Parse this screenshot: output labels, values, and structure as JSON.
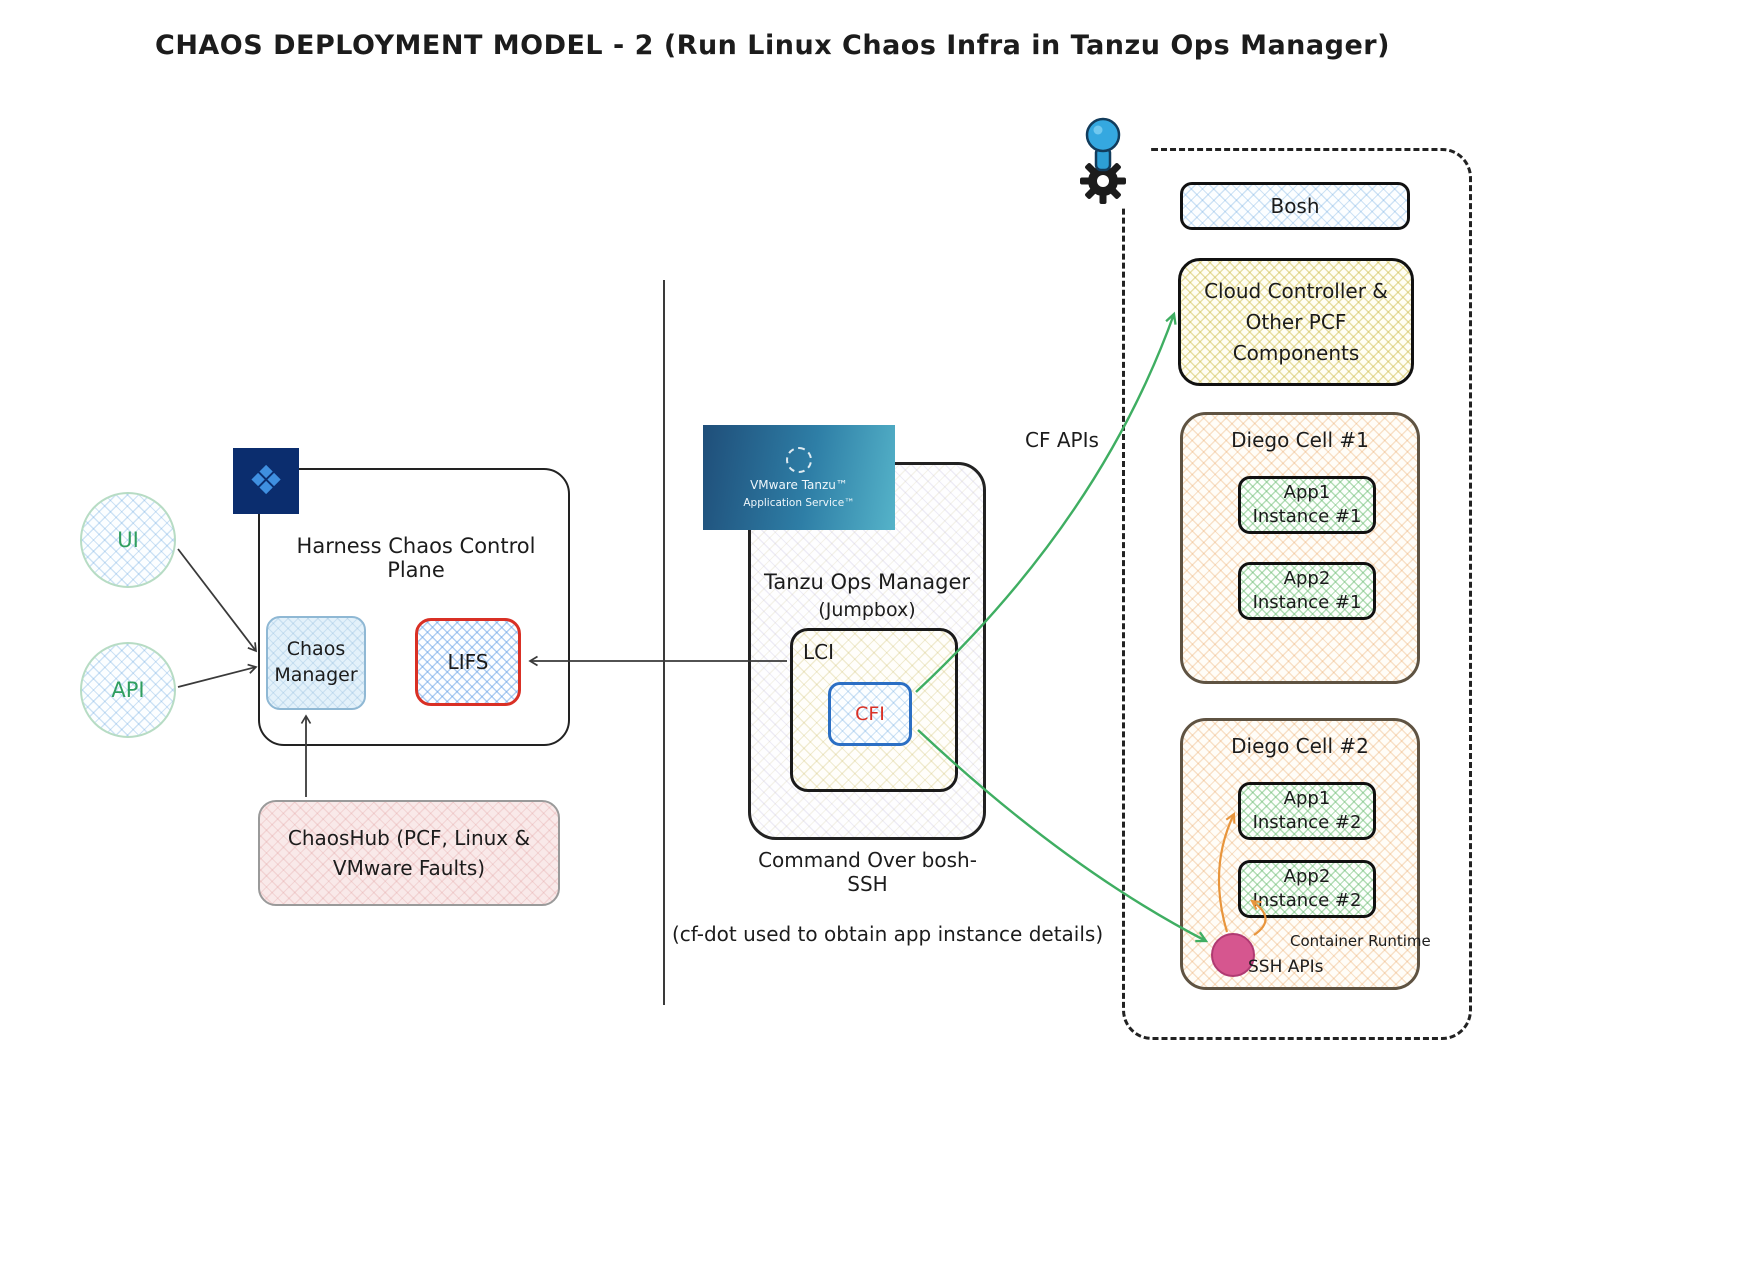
{
  "title": "CHAOS DEPLOYMENT MODEL - 2 (Run Linux Chaos Infra in Tanzu Ops Manager)",
  "control_plane": {
    "ui": "UI",
    "api": "API",
    "title": "Harness Chaos Control Plane",
    "chaos_manager": "Chaos\nManager",
    "lifs": "LIFS",
    "chaoshub": "ChaosHub (PCF, Linux &\nVMware Faults)"
  },
  "tanzu": {
    "badge_title": "VMware Tanzu™",
    "badge_subtitle": "Application Service™",
    "ops_title": "Tanzu Ops Manager",
    "ops_subtitle": "(Jumpbox)",
    "lci": "LCI",
    "cfi": "CFI",
    "caption": "Command Over bosh-SSH",
    "note": "(cf-dot used to obtain app instance details)"
  },
  "pcf": {
    "bosh": "Bosh",
    "cloud_controller": "Cloud Controller &\nOther PCF Components",
    "diego_cell_1": {
      "title": "Diego Cell #1",
      "apps": [
        "App1\nInstance #1",
        "App2\nInstance #1"
      ]
    },
    "diego_cell_2": {
      "title": "Diego Cell #2",
      "apps": [
        "App1\nInstance #2",
        "App2\nInstance #2"
      ]
    }
  },
  "labels": {
    "cf_apis": "CF APIs",
    "ssh_apis": "SSH APIs",
    "container_runtime": "Container Runtime"
  },
  "icons": {
    "harness_logo_glyph": "❖"
  },
  "colors": {
    "accent_green_text": "#2f9e5f",
    "arrow_green": "#3fae62",
    "arrow_orange": "#e8953c",
    "lifs_border": "#d93025",
    "cfi_border": "#2b6fc4",
    "cfi_text": "#d93025",
    "harness_navy": "#0b2d6e",
    "ssh_circle": "#d6568f"
  }
}
